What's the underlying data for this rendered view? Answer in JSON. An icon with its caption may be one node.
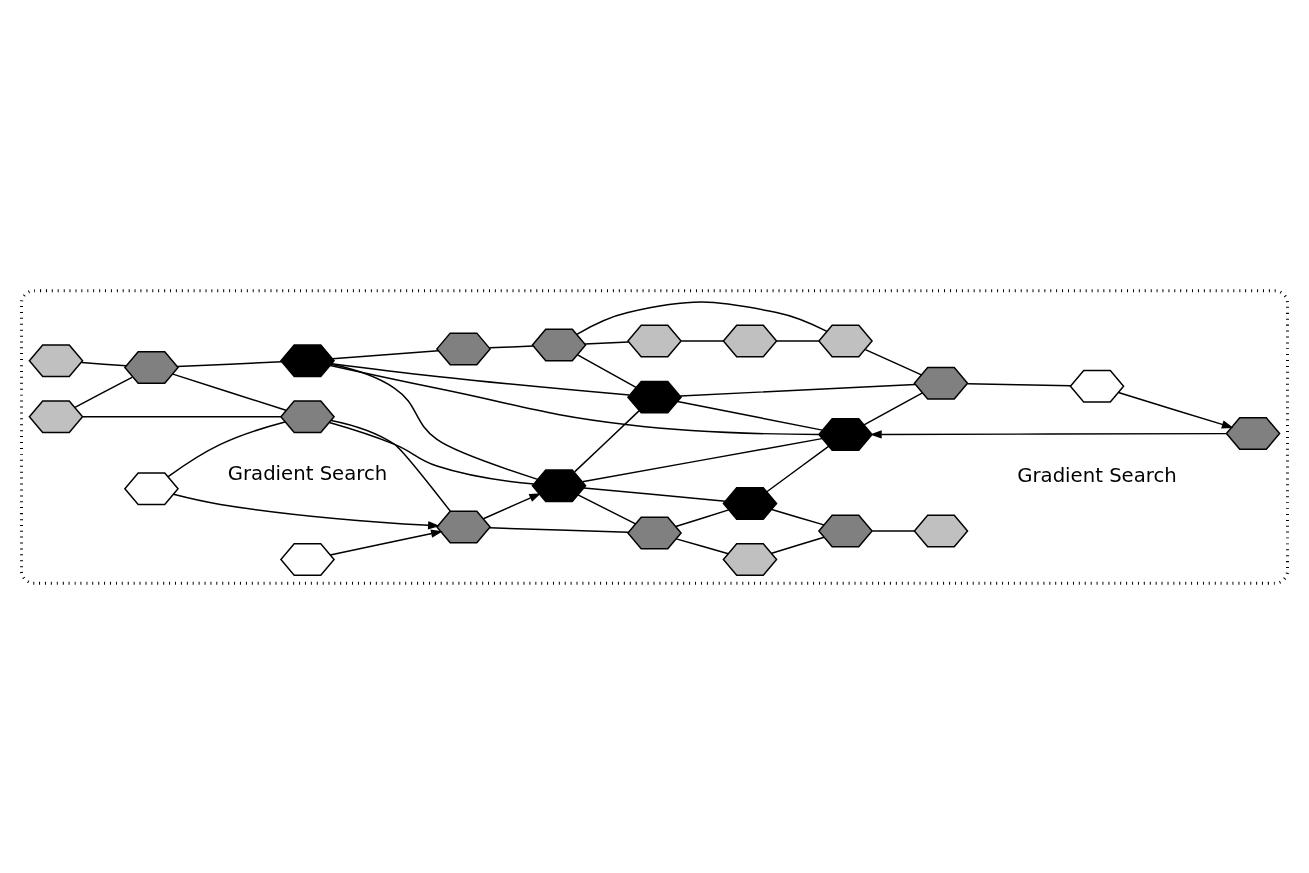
{
  "diagram": {
    "nodes": [
      {
        "text": [],
        "shape": "cloud"
      },
      {
        "text": [],
        "shape": "hexagon",
        "in": 0
      },
      {
        "text": [],
        "shape": "hexagon",
        "in": 0
      },
      {
        "text": [],
        "shape": "hexagon",
        "in": 0
      },
      {
        "text": [],
        "shape": "hexagon",
        "in": 0
      },
      {
        "text": [],
        "shape": "hexagon",
        "in": 0
      },
      {
        "text": [],
        "shape": "hexagon",
        "in": 0
      },
      {
        "text": [],
        "shape": "hexagon",
        "in": 0
      },
      {
        "text": [],
        "shape": "hexagon",
        "in": 0
      },
      {
        "text": [],
        "shape": "hexagon",
        "in": 0
      },
      {
        "text": [],
        "shape": "hexagon",
        "in": 0
      },
      {
        "text": [],
        "shape": "hexagon",
        "in": 0
      },
      {
        "text": [],
        "shape": "hexagon",
        "in": 0
      },
      {
        "text": [],
        "shape": "hexagon",
        "in": 0
      },
      {
        "text": [],
        "shape": "hexagon",
        "in": 0
      },
      {
        "text": [],
        "shape": "hexagon",
        "in": 0
      },
      {
        "text": [],
        "shape": "hexagon",
        "in": 0
      },
      {
        "text": [],
        "shape": "hexagon",
        "in": 0
      },
      {
        "text": [],
        "shape": "hexagon",
        "in": 0
      },
      {
        "text": [],
        "shape": "hexagon",
        "in": 0
      },
      {
        "text": [],
        "shape": "hexagon",
        "in": 0
      },
      {
        "text": [],
        "shape": "hexagon",
        "in": 0
      },
      {
        "text": [],
        "shape": "hexagon",
        "in": 0
      },
      {
        "text": [],
        "shape": "hexagon",
        "in": 0
      },
      {
        "text": [],
        "shape": "hexagon",
        "in": 0
      }
    ],
    "edges": [
      {
        "from": 1,
        "to": 3,
        "arrow": "none"
      },
      {
        "from": 2,
        "to": 3,
        "arrow": "none"
      },
      {
        "from": 2,
        "to": 7,
        "arrow": "none"
      },
      {
        "from": 3,
        "to": 7,
        "arrow": "none"
      },
      {
        "from": 3,
        "to": 8,
        "arrow": "none"
      },
      {
        "from": 9,
        "to": 7,
        "arrow": "none"
      },
      {
        "from": 9,
        "to": 13,
        "arrow": "to"
      },
      {
        "from": 15,
        "to": 13,
        "arrow": "to"
      },
      {
        "from": 13,
        "to": 14,
        "arrow": "to"
      },
      {
        "from": 7,
        "to": 13,
        "arrow": "none"
      },
      {
        "from": 7,
        "to": 14,
        "arrow": "none"
      },
      {
        "from": 8,
        "to": 14,
        "arrow": "none"
      },
      {
        "from": 8,
        "to": 5,
        "arrow": "none"
      },
      {
        "from": 8,
        "to": 11,
        "arrow": "none"
      },
      {
        "from": 8,
        "to": 16,
        "arrow": "none"
      },
      {
        "from": 5,
        "to": 10,
        "arrow": "none"
      },
      {
        "from": 10,
        "to": 4,
        "arrow": "none"
      },
      {
        "from": 4,
        "to": 6,
        "arrow": "none"
      },
      {
        "from": 6,
        "to": 12,
        "arrow": "none"
      },
      {
        "from": 10,
        "to": 12,
        "arrow": "none"
      },
      {
        "from": 10,
        "to": 11,
        "arrow": "none"
      },
      {
        "from": 14,
        "to": 11,
        "arrow": "none"
      },
      {
        "from": 14,
        "to": 16,
        "arrow": "none"
      },
      {
        "from": 14,
        "to": 18,
        "arrow": "none"
      },
      {
        "from": 14,
        "to": 19,
        "arrow": "none"
      },
      {
        "from": 13,
        "to": 19,
        "arrow": "none"
      },
      {
        "from": 11,
        "to": 16,
        "arrow": "none"
      },
      {
        "from": 11,
        "to": 17,
        "arrow": "none"
      },
      {
        "from": 12,
        "to": 17,
        "arrow": "none"
      },
      {
        "from": 16,
        "to": 17,
        "arrow": "none"
      },
      {
        "from": 18,
        "to": 16,
        "arrow": "none"
      },
      {
        "from": 19,
        "to": 18,
        "arrow": "none"
      },
      {
        "from": 18,
        "to": 20,
        "arrow": "none"
      },
      {
        "from": 19,
        "to": 23,
        "arrow": "none"
      },
      {
        "from": 23,
        "to": 20,
        "arrow": "none"
      },
      {
        "from": 20,
        "to": 24,
        "arrow": "none"
      },
      {
        "from": 21,
        "to": 16,
        "arrow": "to"
      },
      {
        "from": 22,
        "to": 21,
        "arrow": "to"
      },
      {
        "from": 17,
        "to": 22,
        "arrow": "none"
      }
    ],
    "labels": [
      "Gradient Search",
      "Gradient Search"
    ]
  }
}
